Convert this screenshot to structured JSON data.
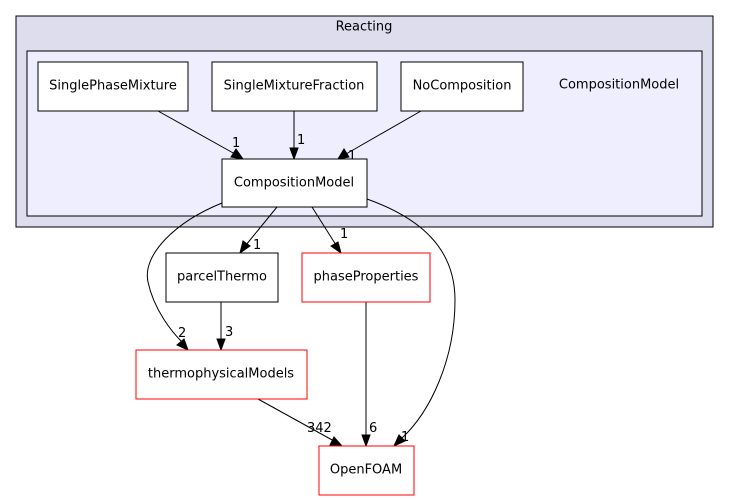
{
  "diagram": {
    "outer_cluster": {
      "label": "Reacting"
    },
    "inner_cluster": {
      "label": "CompositionModel"
    },
    "nodes": {
      "single_phase_mixture": {
        "label": "SinglePhaseMixture",
        "border": "#000000"
      },
      "single_mixture_fraction": {
        "label": "SingleMixtureFraction",
        "border": "#000000"
      },
      "no_composition": {
        "label": "NoComposition",
        "border": "#000000"
      },
      "composition_model": {
        "label": "CompositionModel",
        "border": "#000000"
      },
      "parcel_thermo": {
        "label": "parcelThermo",
        "border": "#000000"
      },
      "phase_properties": {
        "label": "phaseProperties",
        "border": "#ff0000"
      },
      "thermophysical_models": {
        "label": "thermophysicalModels",
        "border": "#ff0000"
      },
      "openfoam": {
        "label": "OpenFOAM",
        "border": "#ff0000"
      }
    },
    "edges": {
      "spm_to_cm": {
        "from": "SinglePhaseMixture",
        "to": "CompositionModel",
        "weight": "1"
      },
      "smf_to_cm": {
        "from": "SingleMixtureFraction",
        "to": "CompositionModel",
        "weight": "1"
      },
      "nc_to_cm": {
        "from": "NoComposition",
        "to": "CompositionModel",
        "weight": "1"
      },
      "cm_to_parcel": {
        "from": "CompositionModel",
        "to": "parcelThermo",
        "weight": "1"
      },
      "cm_to_phase": {
        "from": "CompositionModel",
        "to": "phaseProperties",
        "weight": "1"
      },
      "cm_to_thermo": {
        "from": "CompositionModel",
        "to": "thermophysicalModels",
        "weight": "2"
      },
      "cm_to_openfoam": {
        "from": "CompositionModel",
        "to": "OpenFOAM",
        "weight": "1"
      },
      "parcel_to_thermo": {
        "from": "parcelThermo",
        "to": "thermophysicalModels",
        "weight": "3"
      },
      "phase_to_openfoam": {
        "from": "phaseProperties",
        "to": "OpenFOAM",
        "weight": "6"
      },
      "thermo_to_openfoam": {
        "from": "thermophysicalModels",
        "to": "OpenFOAM",
        "weight": "342"
      }
    }
  }
}
